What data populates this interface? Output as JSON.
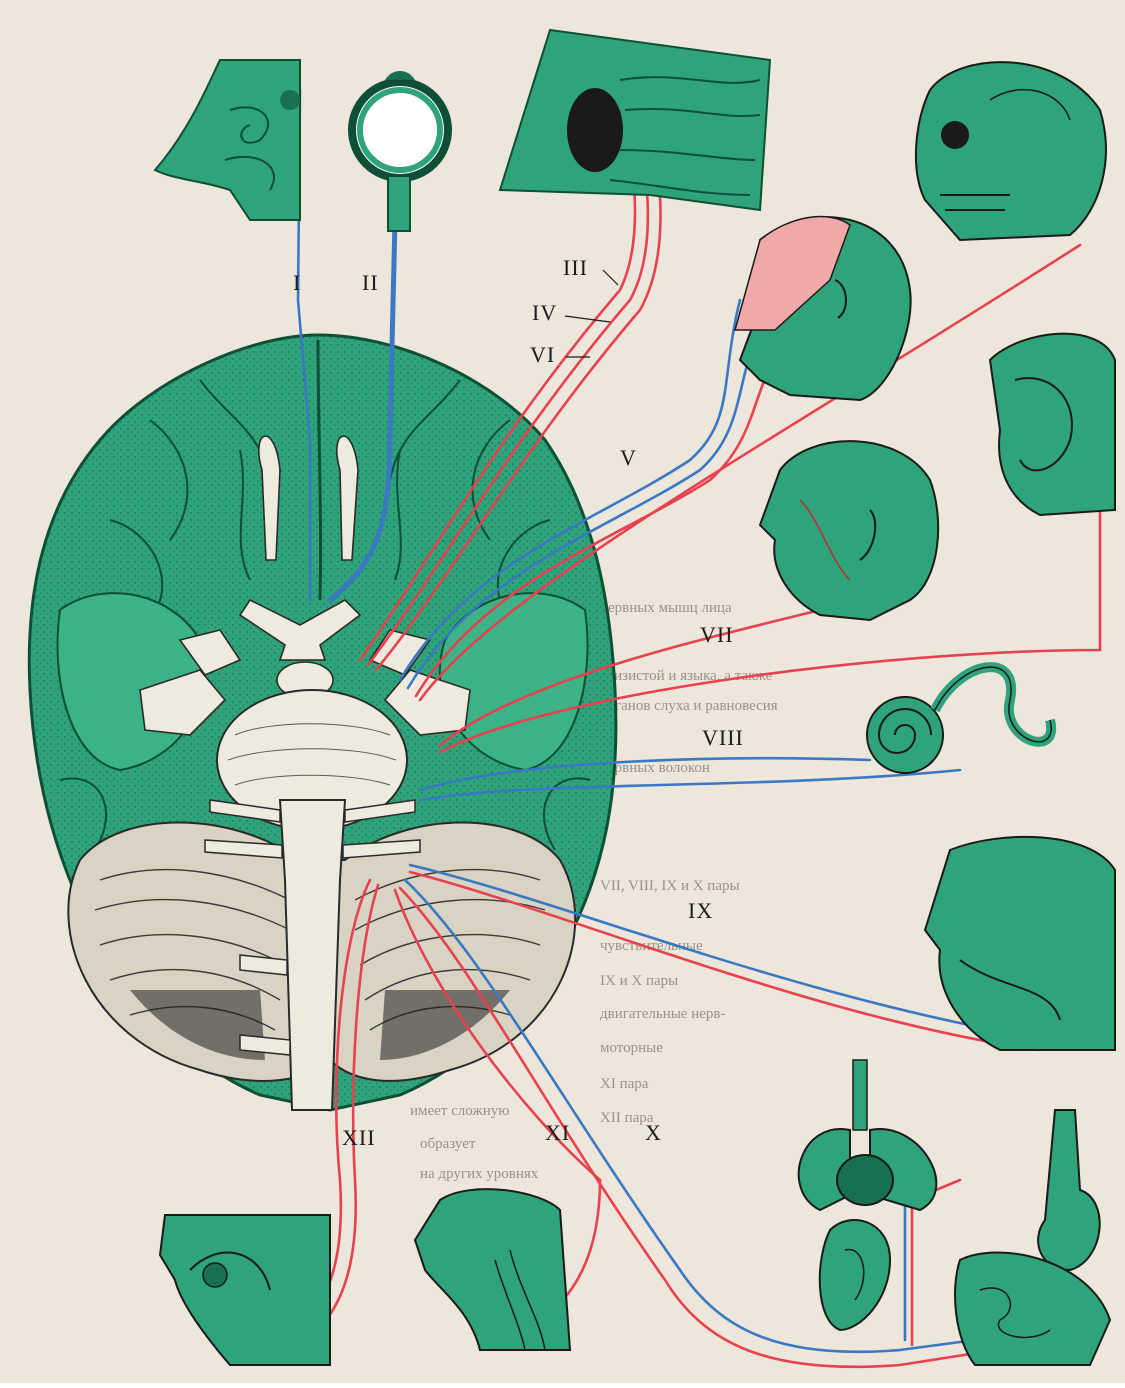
{
  "figure": {
    "palette": {
      "page": "#ece6db",
      "tissue_green": "#2fa37a",
      "tissue_dark": "#177052",
      "bone": "#eeeade",
      "nerve_red": "#e8414f",
      "nerve_blue": "#3b78c4",
      "ink": "#1c1c1c"
    },
    "nerve_labels": [
      {
        "id": "I",
        "text": "I"
      },
      {
        "id": "II",
        "text": "II"
      },
      {
        "id": "III",
        "text": "III"
      },
      {
        "id": "IV",
        "text": "IV"
      },
      {
        "id": "VI",
        "text": "VI"
      },
      {
        "id": "V",
        "text": "V"
      },
      {
        "id": "VII",
        "text": "VII"
      },
      {
        "id": "VIII",
        "text": "VIII"
      },
      {
        "id": "IX",
        "text": "IX"
      },
      {
        "id": "X",
        "text": "X"
      },
      {
        "id": "XI",
        "text": "XI"
      },
      {
        "id": "XII",
        "text": "XII"
      }
    ],
    "background_text": [
      "нервных мышц лица",
      "слизистой и языка, а также",
      "органов слуха и равновесия",
      "нервных волокон",
      "VII, VIII, IX и X пары",
      "чувствительные",
      "IX и X пары",
      "двигательные нерв-",
      "моторные",
      "XI пара",
      "XII пара",
      "имеет сложную",
      "образует",
      "на других уровнях"
    ],
    "icons": {
      "nose": "nose-cross-section-icon",
      "eye": "eyeball-icon",
      "orbit": "eye-muscles-icon",
      "head_profile": "head-trigeminal-icon",
      "skull": "skull-jaw-icon",
      "face": "facial-muscles-icon",
      "throat": "throat-section-icon",
      "inner_ear": "cochlea-icon",
      "mouth": "tongue-pharynx-icon",
      "organs": "heart-lungs-icon",
      "stomach": "stomach-intestine-icon",
      "ear": "outer-ear-icon",
      "neck": "neck-muscles-icon",
      "tongue": "tongue-hypoglossal-icon"
    }
  }
}
